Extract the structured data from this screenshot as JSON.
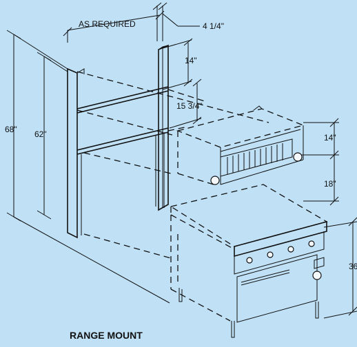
{
  "title": "RANGE MOUNT",
  "dimensions": {
    "as_required": "AS REQUIRED",
    "offset": "4 1/4\"",
    "shelf_depth": "14\"",
    "shelf_gap": "15 3/4\"",
    "broiler_height": "14\"",
    "broiler_clearance": "18\"",
    "overall_height": "68\"",
    "frame_height": "62\"",
    "range_height": "36"
  },
  "colors": {
    "background": "#bfe0f5",
    "line": "#111111"
  }
}
